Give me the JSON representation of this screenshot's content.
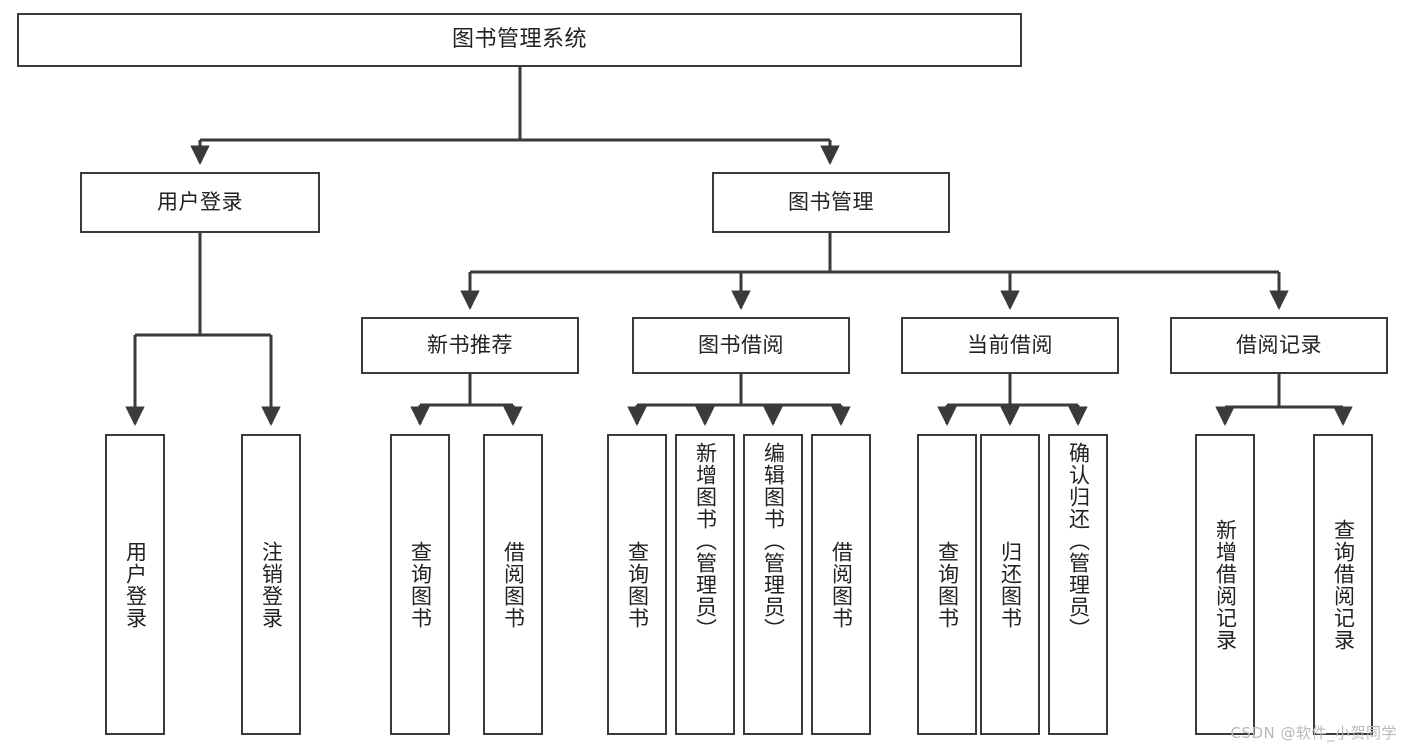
{
  "diagram": {
    "title": "图书管理系统",
    "type": "tree-hierarchy",
    "orientation": "top-down",
    "colors": {
      "box_border": "#3a3a3a",
      "box_fill": "#ffffff",
      "connector": "#3a3a3a",
      "text": "#222222",
      "watermark": "#b9b9b9"
    },
    "root": {
      "label": "图书管理系统"
    },
    "level2": [
      {
        "id": "user-login",
        "label": "用户登录"
      },
      {
        "id": "book-manage",
        "label": "图书管理"
      }
    ],
    "level3": [
      {
        "id": "new-book-recommend",
        "label": "新书推荐",
        "parent": "book-manage"
      },
      {
        "id": "book-borrow",
        "label": "图书借阅",
        "parent": "book-manage"
      },
      {
        "id": "current-borrow",
        "label": "当前借阅",
        "parent": "book-manage"
      },
      {
        "id": "borrow-record",
        "label": "借阅记录",
        "parent": "book-manage"
      }
    ],
    "leaves": {
      "user-login": [
        {
          "id": "leaf-user-login",
          "label": "用户登录",
          "align": "middle"
        },
        {
          "id": "leaf-user-logout",
          "label": "注销登录",
          "align": "middle"
        }
      ],
      "new-book-recommend": [
        {
          "id": "leaf-query-book-1",
          "label": "查询图书",
          "align": "middle"
        },
        {
          "id": "leaf-borrow-book-1",
          "label": "借阅图书",
          "align": "middle"
        }
      ],
      "book-borrow": [
        {
          "id": "leaf-query-book-2",
          "label": "查询图书",
          "align": "middle"
        },
        {
          "id": "leaf-add-book",
          "label": "新增图书（管理员）",
          "align": "top"
        },
        {
          "id": "leaf-edit-book",
          "label": "编辑图书（管理员）",
          "align": "top"
        },
        {
          "id": "leaf-borrow-book-2",
          "label": "借阅图书",
          "align": "middle"
        }
      ],
      "current-borrow": [
        {
          "id": "leaf-query-book-3",
          "label": "查询图书",
          "align": "middle"
        },
        {
          "id": "leaf-return-book",
          "label": "归还图书",
          "align": "middle"
        },
        {
          "id": "leaf-confirm-return",
          "label": "确认归还（管理员）",
          "align": "top"
        }
      ],
      "borrow-record": [
        {
          "id": "leaf-add-record",
          "label": "新增借阅记录",
          "align": "middle"
        },
        {
          "id": "leaf-query-record",
          "label": "查询借阅记录",
          "align": "middle"
        }
      ]
    },
    "watermark": "CSDN @软件_小贺同学"
  }
}
